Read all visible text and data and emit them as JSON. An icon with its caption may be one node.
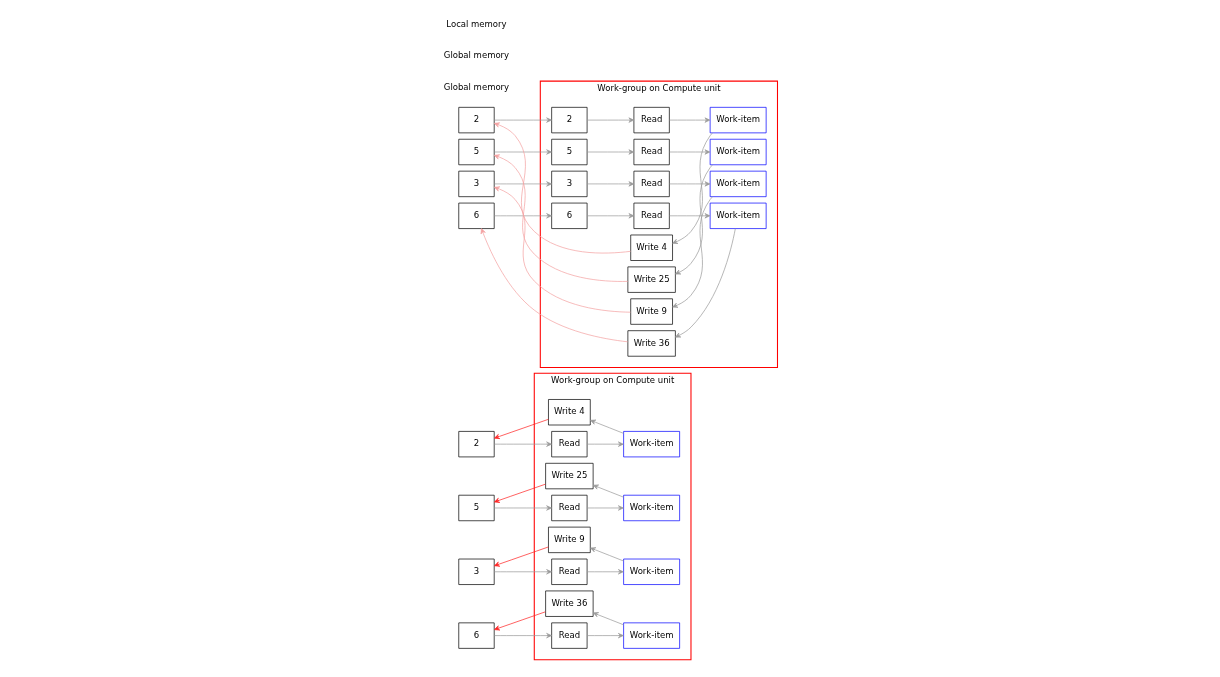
{
  "diagram": {
    "nodes": [
      {
        "text": [
          "2"
        ]
      },
      {
        "text": [
          "5"
        ]
      },
      {
        "text": [
          "3"
        ]
      },
      {
        "text": [
          "6"
        ]
      },
      {
        "text": [
          "Work-group on Compute unit"
        ]
      },
      {
        "text": [
          "Write 4"
        ],
        "in": 4
      },
      {
        "text": [
          "Read"
        ],
        "in": 4
      },
      {
        "text": [
          "Work-item"
        ],
        "in": 4
      },
      {
        "text": [
          "Write 25"
        ],
        "in": 4
      },
      {
        "text": [
          "Read"
        ],
        "in": 4
      },
      {
        "text": [
          "Work-item"
        ],
        "in": 4
      },
      {
        "text": [
          "Write 9"
        ],
        "in": 4
      },
      {
        "text": [
          "Read"
        ],
        "in": 4
      },
      {
        "text": [
          "Work-item"
        ],
        "in": 4
      },
      {
        "text": [
          "Write 36"
        ],
        "in": 4
      },
      {
        "text": [
          "Read"
        ],
        "in": 4
      },
      {
        "text": [
          "Work-item"
        ],
        "in": 4
      },
      {
        "text": [
          "2"
        ]
      },
      {
        "text": [
          "5"
        ]
      },
      {
        "text": [
          "3"
        ]
      },
      {
        "text": [
          "6"
        ]
      },
      {
        "text": [
          "Work-group on Compute unit"
        ]
      },
      {
        "text": [
          "2"
        ],
        "in": 21
      },
      {
        "text": [
          "5"
        ],
        "in": 21
      },
      {
        "text": [
          "3"
        ],
        "in": 21
      },
      {
        "text": [
          "6"
        ],
        "in": 21
      },
      {
        "text": [
          "Write 4"
        ],
        "in": 21
      },
      {
        "text": [
          "Read"
        ],
        "in": 21
      },
      {
        "text": [
          "Work-item"
        ],
        "in": 21
      },
      {
        "text": [
          "Write 25"
        ],
        "in": 21
      },
      {
        "text": [
          "Read"
        ],
        "in": 21
      },
      {
        "text": [
          "Work-item"
        ],
        "in": 21
      },
      {
        "text": [
          "Write 9"
        ],
        "in": 21
      },
      {
        "text": [
          "Read"
        ],
        "in": 21
      },
      {
        "text": [
          "Work-item"
        ],
        "in": 21
      },
      {
        "text": [
          "Write 36"
        ],
        "in": 21
      },
      {
        "text": [
          "Read"
        ],
        "in": 21
      },
      {
        "text": [
          "Work-item"
        ],
        "in": 21
      }
    ],
    "edges": [
      {
        "from": 5,
        "to": 0,
        "arrow": "to",
        "color": "#ff2020"
      },
      {
        "from": 0,
        "to": 6,
        "arrow": "to"
      },
      {
        "from": 8,
        "to": 1,
        "arrow": "to",
        "color": "#ff2020"
      },
      {
        "from": 1,
        "to": 9,
        "arrow": "to"
      },
      {
        "from": 11,
        "to": 2,
        "arrow": "to",
        "color": "#ff2020"
      },
      {
        "from": 2,
        "to": 12,
        "arrow": "to"
      },
      {
        "from": 14,
        "to": 3,
        "arrow": "to",
        "color": "#ff2020"
      },
      {
        "from": 3,
        "to": 15,
        "arrow": "to"
      },
      {
        "from": 7,
        "to": 5,
        "arrow": "to"
      },
      {
        "from": 6,
        "to": 7,
        "arrow": "to"
      },
      {
        "from": 10,
        "to": 8,
        "arrow": "to"
      },
      {
        "from": 9,
        "to": 10,
        "arrow": "to"
      },
      {
        "from": 13,
        "to": 11,
        "arrow": "to"
      },
      {
        "from": 12,
        "to": 13,
        "arrow": "to"
      },
      {
        "from": 16,
        "to": 14,
        "arrow": "to"
      },
      {
        "from": 15,
        "to": 16,
        "arrow": "to"
      },
      {
        "from": 17,
        "to": 22,
        "arrow": "to"
      },
      {
        "from": 18,
        "to": 23,
        "arrow": "to"
      },
      {
        "from": 19,
        "to": 24,
        "arrow": "to"
      },
      {
        "from": 20,
        "to": 25,
        "arrow": "to"
      },
      {
        "from": 22,
        "to": 27,
        "arrow": "to"
      },
      {
        "from": 23,
        "to": 30,
        "arrow": "to"
      },
      {
        "from": 24,
        "to": 33,
        "arrow": "to"
      },
      {
        "from": 25,
        "to": 36,
        "arrow": "to"
      },
      {
        "from": 26,
        "to": 17,
        "arrow": "to",
        "color": "#f4a0a0"
      },
      {
        "from": 29,
        "to": 18,
        "arrow": "to",
        "color": "#f4a0a0"
      },
      {
        "from": 32,
        "to": 19,
        "arrow": "to",
        "color": "#f4a0a0"
      },
      {
        "from": 35,
        "to": 20,
        "arrow": "to",
        "color": "#f4a0a0"
      },
      {
        "from": 28,
        "to": 26,
        "arrow": "to"
      },
      {
        "from": 27,
        "to": 28,
        "arrow": "to"
      },
      {
        "from": 31,
        "to": 29,
        "arrow": "to"
      },
      {
        "from": 30,
        "to": 31,
        "arrow": "to"
      },
      {
        "from": 34,
        "to": 32,
        "arrow": "to"
      },
      {
        "from": 33,
        "to": 34,
        "arrow": "to"
      },
      {
        "from": 37,
        "to": 35,
        "arrow": "to"
      },
      {
        "from": 36,
        "to": 37,
        "arrow": "to"
      }
    ],
    "labels": [
      "Global memory",
      "Global memory",
      "Local memory"
    ]
  }
}
